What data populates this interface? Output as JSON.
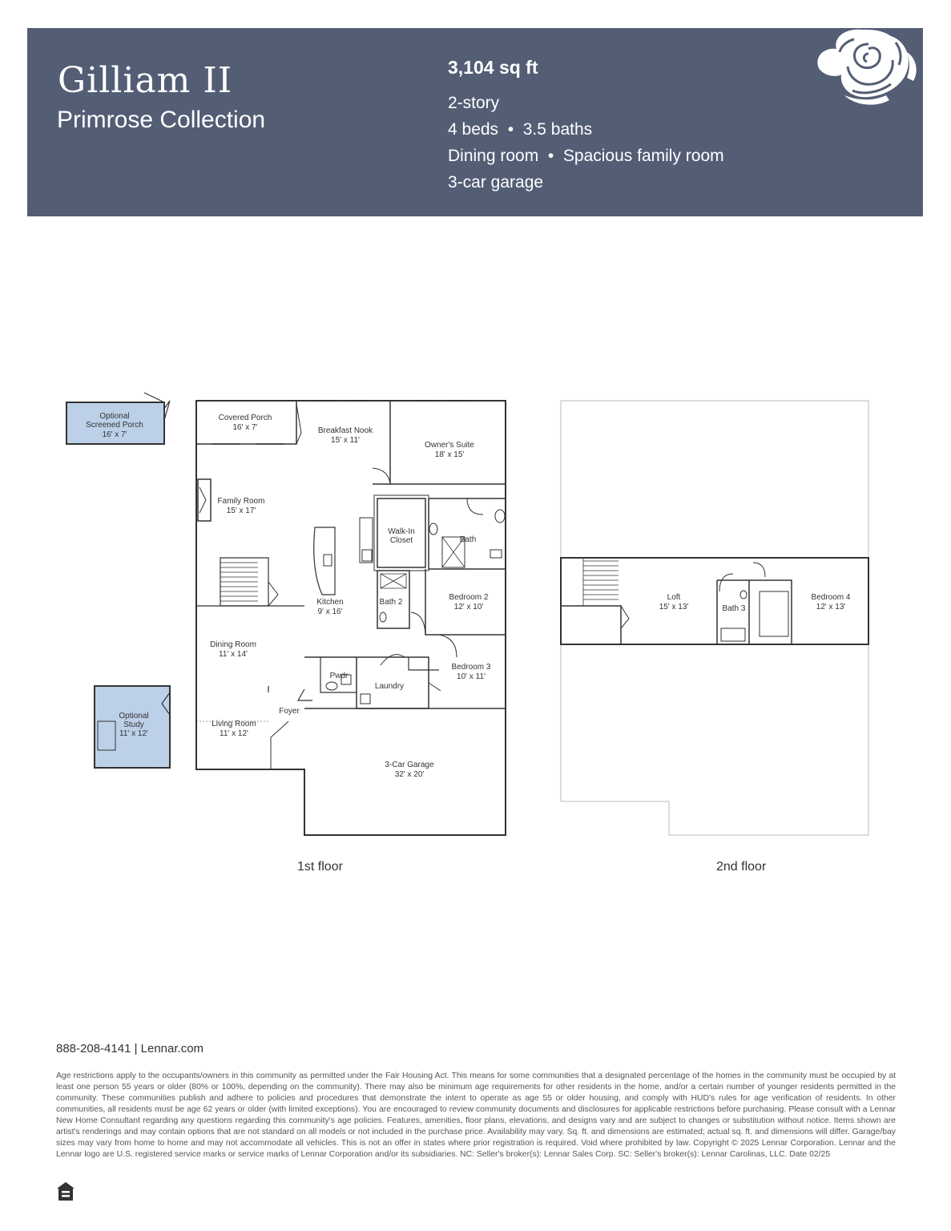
{
  "header": {
    "title": "Gilliam II",
    "subtitle": "Primrose Collection",
    "sqft": "3,104 sq ft",
    "stories": "2-story",
    "beds_baths": "4 beds  •  3.5 baths",
    "rooms": "Dining room  •  Spacious family room",
    "garage": "3-car garage",
    "logo_icon": "rose-icon",
    "background_color": "#535e75"
  },
  "first_floor": {
    "label": "1st floor",
    "rooms": [
      {
        "name": "Optional\nScreened Porch",
        "dims": "16' x 7'"
      },
      {
        "name": "Covered Porch",
        "dims": "16' x 7'"
      },
      {
        "name": "Breakfast Nook",
        "dims": "15' x 11'"
      },
      {
        "name": "Owner's Suite",
        "dims": "18' x 15'"
      },
      {
        "name": "Family Room",
        "dims": "15' x 17'"
      },
      {
        "name": "Walk-In\nCloset",
        "dims": ""
      },
      {
        "name": "Bath",
        "dims": ""
      },
      {
        "name": "Kitchen",
        "dims": "9' x 16'"
      },
      {
        "name": "Bath 2",
        "dims": ""
      },
      {
        "name": "Bedroom 2",
        "dims": "12' x 10'"
      },
      {
        "name": "Dining Room",
        "dims": "11' x 14'"
      },
      {
        "name": "Pwdr",
        "dims": ""
      },
      {
        "name": "Laundry",
        "dims": ""
      },
      {
        "name": "Bedroom 3",
        "dims": "10' x 11'"
      },
      {
        "name": "Foyer",
        "dims": ""
      },
      {
        "name": "Optional\nStudy",
        "dims": "11' x 12'"
      },
      {
        "name": "Living Room",
        "dims": "11' x 12'"
      },
      {
        "name": "3-Car Garage",
        "dims": "32' x 20'"
      }
    ]
  },
  "second_floor": {
    "label": "2nd floor",
    "rooms": [
      {
        "name": "Loft",
        "dims": "15' x 13'"
      },
      {
        "name": "Bath 3",
        "dims": ""
      },
      {
        "name": "Bedroom 4",
        "dims": "12' x 13'"
      }
    ]
  },
  "footer": {
    "contact": "888-208-4141 | Lennar.com",
    "disclaimer": "Age restrictions apply to the occupants/owners in this community as permitted under the Fair Housing Act. This means for some communities that a designated percentage of the homes in the community must be occupied by at least one person 55 years or older (80% or 100%, depending on the community). There may also be minimum age requirements for other residents in the home, and/or a certain number of younger residents permitted in the community. These communities publish and adhere to policies and procedures that demonstrate the intent to operate as age 55 or older housing, and comply with HUD's rules for age verification of residents. In other communities, all residents must be age 62 years or older (with limited exceptions). You are encouraged to review community documents and disclosures for applicable restrictions before purchasing. Please consult with a Lennar New Home Consultant regarding any questions regarding this community's age policies. Features, amenities, floor plans, elevations, and designs vary and are subject to changes or substitution without notice. Items shown are artist's renderings and may contain options that are not standard on all models or not included in the purchase price. Availability may vary. Sq. ft. and dimensions are estimated; actual sq. ft. and dimensions will differ. Garage/bay sizes may vary from home to home and may not accommodate all vehicles. This is not an offer in states where prior registration is required. Void where prohibited by law. Copyright © 2025 Lennar Corporation. Lennar and the Lennar logo are U.S. registered service marks or service marks of Lennar Corporation and/or its subsidiaries. NC: Seller's broker(s): Lennar Sales Corp. SC: Seller's broker(s): Lennar Carolinas, LLC. Date 02/25",
    "eho_icon": "equal-housing-opportunity-icon"
  }
}
